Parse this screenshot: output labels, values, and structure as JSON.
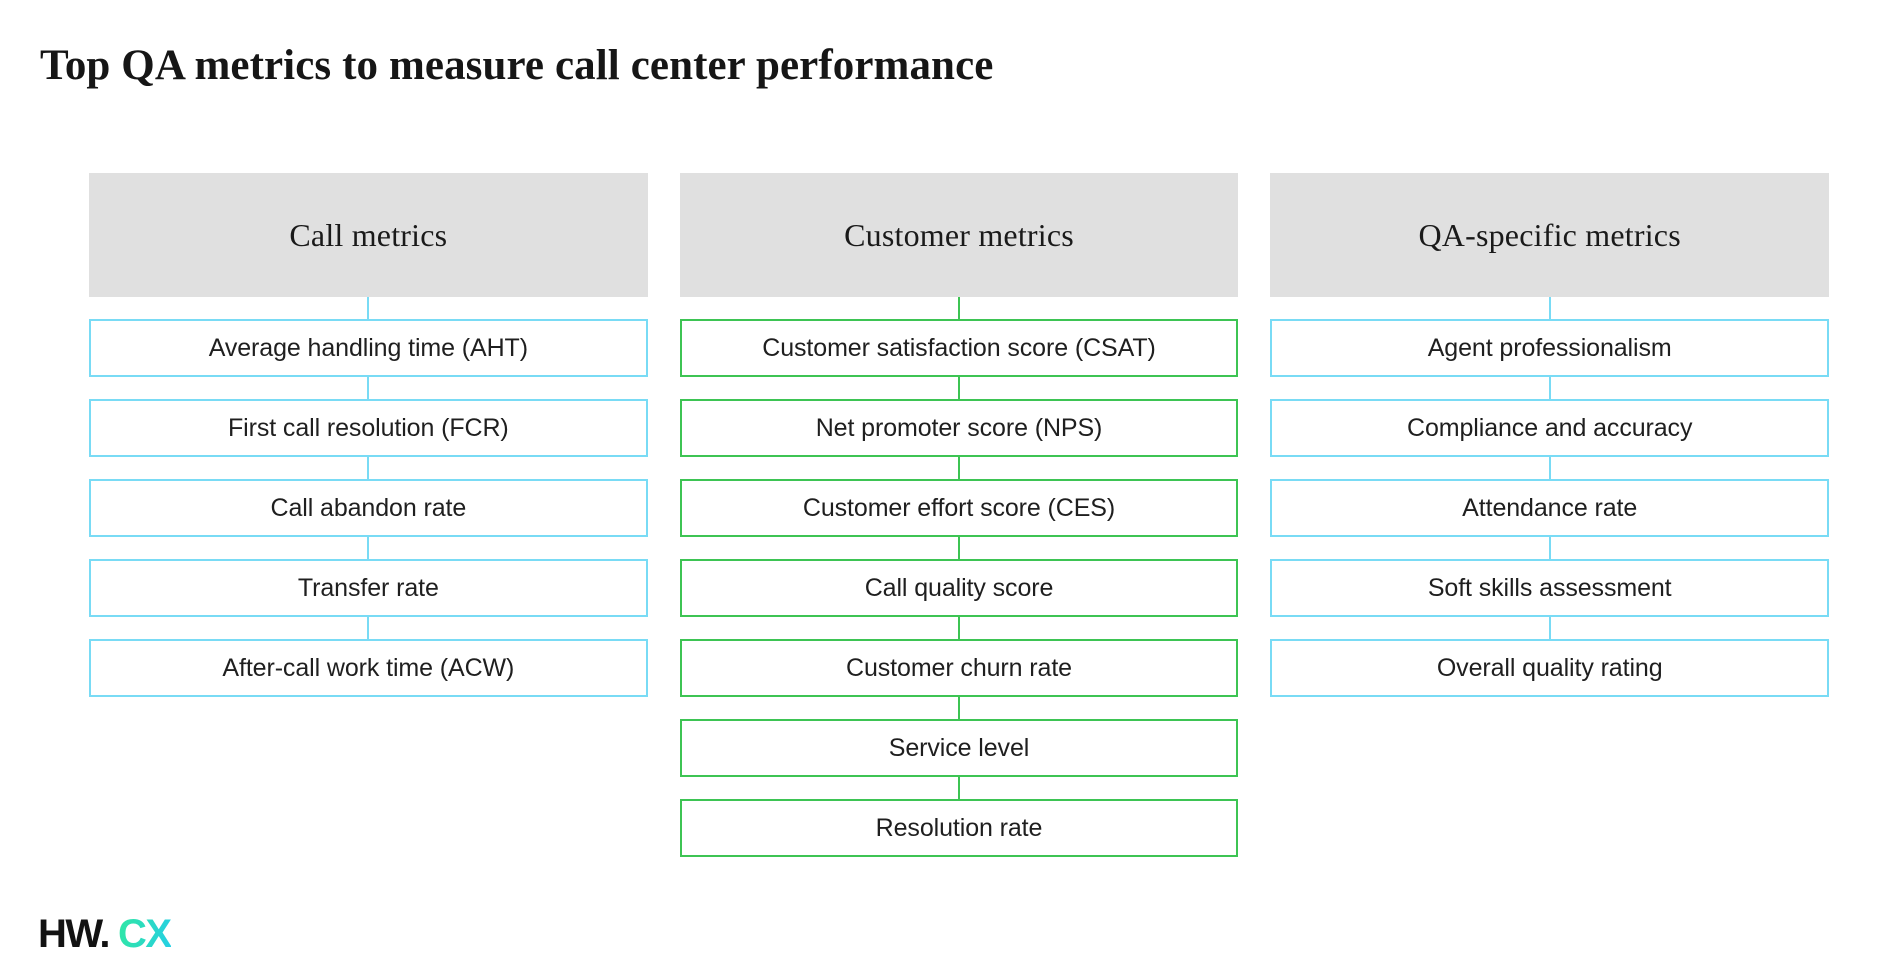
{
  "page": {
    "title": "Top QA metrics to measure call center performance",
    "background_color": "#FFFFFF",
    "title_color": "#161616"
  },
  "colors": {
    "header_bar": "#E0E0E0",
    "blue_outline": "#79DBF5",
    "green_outline": "#3DC453",
    "text": "#1F1F1F",
    "logo_dark": "#121212",
    "logo_gradient_start": "#2FE8A4",
    "logo_gradient_end": "#24CFE8"
  },
  "columns": [
    {
      "header": "Call metrics",
      "accent": "#79DBF5",
      "items": [
        "Average handling time (AHT)",
        "First call resolution (FCR)",
        "Call abandon rate",
        "Transfer rate",
        "After-call work time (ACW)"
      ]
    },
    {
      "header": "Customer metrics",
      "accent": "#3DC453",
      "items": [
        "Customer satisfaction score (CSAT)",
        "Net promoter score (NPS)",
        "Customer effort score (CES)",
        "Call quality score",
        "Customer churn rate",
        "Service level",
        "Resolution rate"
      ]
    },
    {
      "header": "QA-specific metrics",
      "accent": "#79DBF5",
      "items": [
        "Agent professionalism",
        "Compliance and accuracy",
        "Attendance rate",
        "Soft skills assessment",
        "Overall quality rating"
      ]
    }
  ],
  "logo": {
    "primary": "HW.",
    "secondary": "CX"
  }
}
